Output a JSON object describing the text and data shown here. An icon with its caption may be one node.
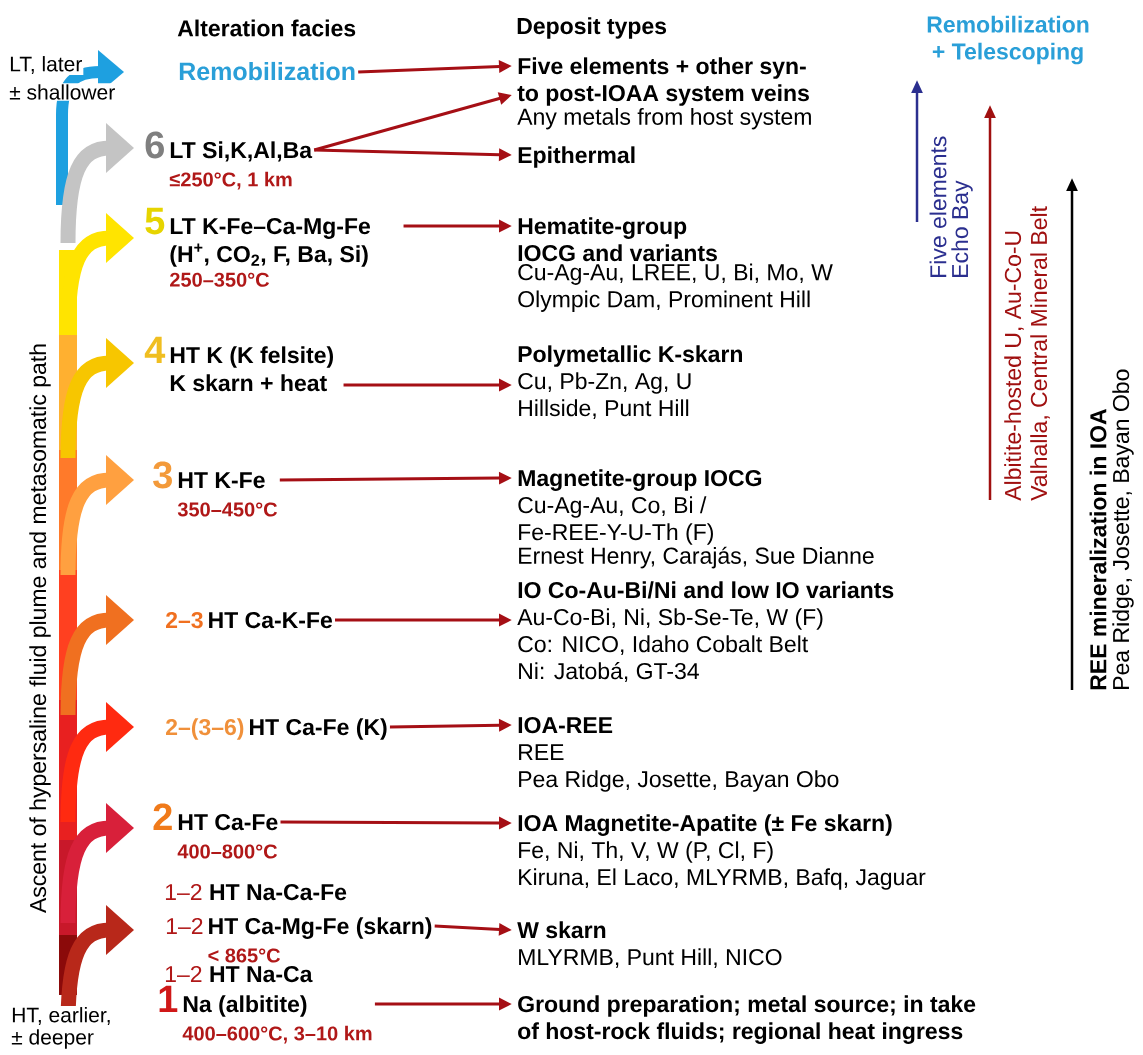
{
  "diagram": {
    "nodes": [
      {
        "text": [
          "Remobilization"
        ]
      },
      {
        "text": [
          "6",
          "LT Si,K,Al,Ba",
          "≤250°C, 1 km"
        ]
      },
      {
        "text": [
          "5",
          "LT K-Fe–Ca-Mg-Fe (H$^{+}$, CO$_{2}$, F, Ba, Si)",
          "250–350°C"
        ]
      },
      {
        "text": [
          "4",
          "HT K (K felsite) K skarn + heat"
        ]
      },
      {
        "text": [
          "3",
          "HT K-Fe",
          "350–450°C"
        ]
      },
      {
        "text": [
          "2–3",
          "HT Ca-K-Fe"
        ]
      },
      {
        "text": [
          "2–(3–6)",
          "HT Ca-Fe (K)"
        ]
      },
      {
        "text": [
          "2",
          "HT Ca-Fe",
          "400–800°C"
        ]
      },
      {
        "text": [
          "1–2",
          "HT Ca-Mg-Fe (skarn)",
          "< 865°C"
        ]
      },
      {
        "text": [
          "1",
          "Na (albitite)",
          "400–600°C, 3–10 km"
        ]
      },
      {
        "text": [
          "Five elements + other syn- to post-IOAA system veins",
          "Any metals from host system"
        ]
      },
      {
        "text": [
          "Epithermal"
        ]
      },
      {
        "text": [
          "Hematite-group IOCG and variants",
          "Cu-Ag-Au, LREE, U, Bi, Mo, W",
          "Olympic Dam, Prominent Hill"
        ]
      },
      {
        "text": [
          "Polymetallic K-skarn",
          "Cu, Pb-Zn, Ag, U",
          "Hillside, Punt Hill"
        ]
      },
      {
        "text": [
          "Magnetite-group IOCG",
          "Cu-Ag-Au, Co, Bi / Fe-REE-Y-U-Th (F)",
          "Ernest Henry, Carajás, Sue Dianne"
        ]
      },
      {
        "text": [
          "IO Co-Au-Bi/Ni and low IO variants",
          "Au-Co-Bi, Ni, Sb-Se-Te, W (F)",
          "Co: NICO, Idaho Cobalt Belt",
          "Ni: Jatobá, GT-34"
        ]
      },
      {
        "text": [
          "IOA-REE",
          "REE",
          "Pea Ridge, Josette, Bayan Obo"
        ]
      },
      {
        "text": [
          "IOA Magnetite-Apatite (± Fe skarn)",
          "Fe, Ni, Th, V, W (P, Cl, F)",
          "Kiruna, El Laco, MLYRMB, Bafq, Jaguar"
        ]
      },
      {
        "text": [
          "W skarn",
          "MLYRMB, Punt Hill, NICO"
        ]
      },
      {
        "text": [
          "Ground preparation; metal source; in take of host-rock fluids; regional heat ingress"
        ]
      }
    ],
    "edges": [
      {
        "from": 0,
        "to": 10,
        "arrow": "to"
      },
      {
        "from": 1,
        "to": 10,
        "arrow": "to"
      },
      {
        "from": 1,
        "to": 11,
        "arrow": "to"
      },
      {
        "from": 2,
        "to": 12,
        "arrow": "to"
      },
      {
        "from": 3,
        "to": 13,
        "arrow": "to"
      },
      {
        "from": 4,
        "to": 14,
        "arrow": "to"
      },
      {
        "from": 5,
        "to": 15,
        "arrow": "to"
      },
      {
        "from": 6,
        "to": 16,
        "arrow": "to"
      },
      {
        "from": 7,
        "to": 17,
        "arrow": "to"
      },
      {
        "from": 8,
        "to": 18,
        "arrow": "to"
      },
      {
        "from": 9,
        "to": 19,
        "arrow": "to"
      }
    ],
    "labels": [
      "Alteration facies",
      "Deposit types",
      "Remobilization + Telescoping",
      "LT, later",
      "± shallower",
      "Five elements",
      "Echo Bay",
      "Albitite-hosted U, Au-Co-U",
      "Valhalla, Central Mineral Belt",
      "REE mineralization in IOA",
      "Pea Ridge, Josette, Bayan Obo",
      "Ascent of hypersaline fluid plume and metasomatic path",
      "1–2",
      "HT Na-Ca-Fe",
      "1–2",
      "HT Na-Ca",
      "HT, earlier,",
      "± deeper"
    ]
  }
}
